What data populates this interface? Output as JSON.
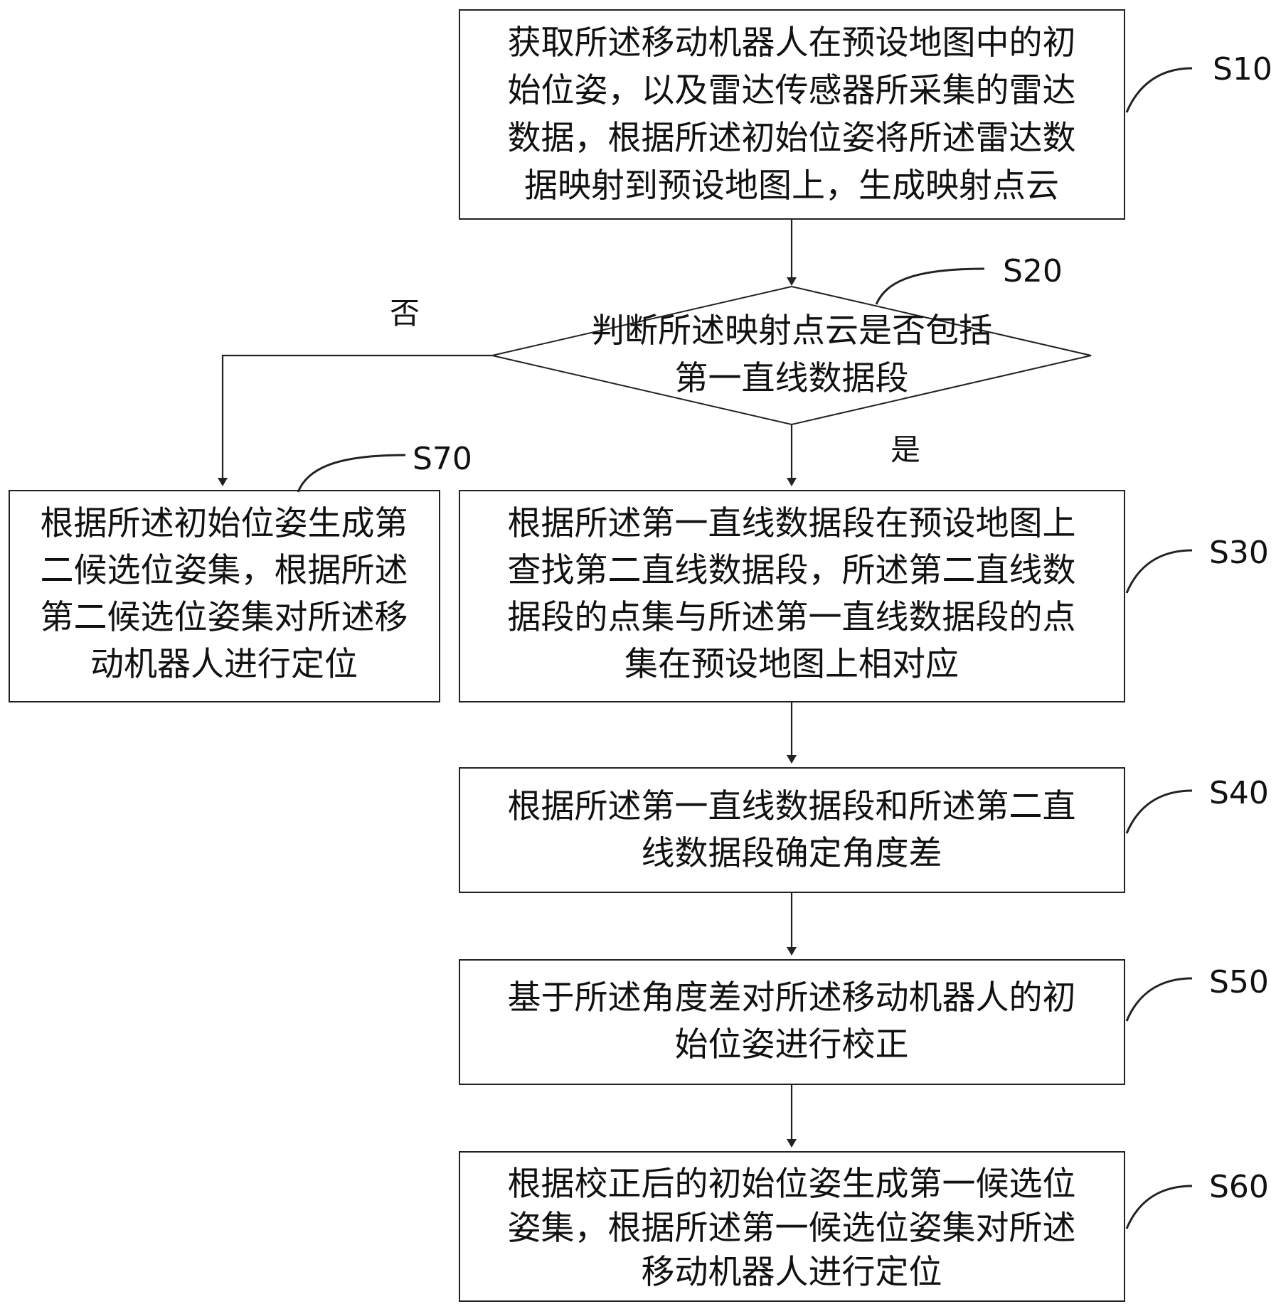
{
  "steps": {
    "s10": {
      "label": "S10",
      "lines": [
        "获取所述移动机器人在预设地图中的初",
        "始位姿，以及雷达传感器所采集的雷达",
        "数据，根据所述初始位姿将所述雷达数",
        "据映射到预设地图上，生成映射点云"
      ]
    },
    "s20": {
      "label": "S20",
      "lines": [
        "判断所述映射点云是否包括",
        "第一直线数据段"
      ]
    },
    "s30": {
      "label": "S30",
      "lines": [
        "根据所述第一直线数据段在预设地图上",
        "查找第二直线数据段，所述第二直线数",
        "据段的点集与所述第一直线数据段的点",
        "集在预设地图上相对应"
      ]
    },
    "s40": {
      "label": "S40",
      "lines": [
        "根据所述第一直线数据段和所述第二直",
        "线数据段确定角度差"
      ]
    },
    "s50": {
      "label": "S50",
      "lines": [
        "基于所述角度差对所述移动机器人的初",
        "始位姿进行校正"
      ]
    },
    "s60": {
      "label": "S60",
      "lines": [
        "根据校正后的初始位姿生成第一候选位",
        "姿集，根据所述第一候选位姿集对所述",
        "移动机器人进行定位"
      ]
    },
    "s70": {
      "label": "S70",
      "lines": [
        "根据所述初始位姿生成第",
        "二候选位姿集，根据所述",
        "第二候选位姿集对所述移",
        "动机器人进行定位"
      ]
    }
  },
  "branches": {
    "no": "否",
    "yes": "是"
  }
}
